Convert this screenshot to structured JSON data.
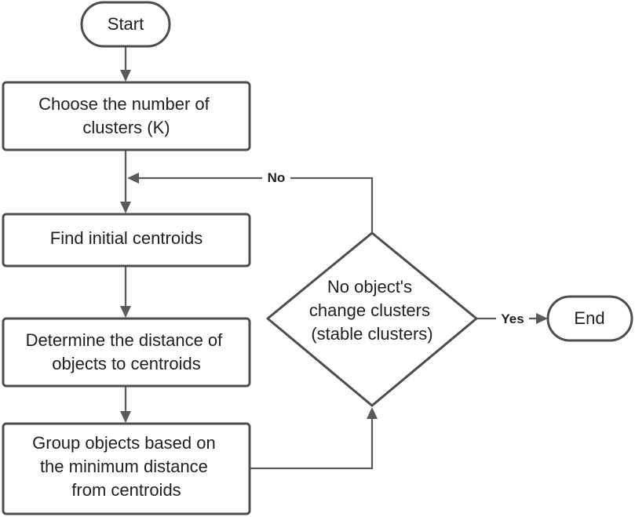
{
  "nodes": {
    "start": {
      "type": "terminal",
      "lines": [
        "Start"
      ]
    },
    "choose_k": {
      "type": "process",
      "lines": [
        "Choose the number of",
        "clusters (K)"
      ]
    },
    "find_centroids": {
      "type": "process",
      "lines": [
        "Find initial centroids"
      ]
    },
    "determine_distance": {
      "type": "process",
      "lines": [
        "Determine the distance of",
        "objects to centroids"
      ]
    },
    "group_objects": {
      "type": "process",
      "lines": [
        "Group objects based on",
        "the minimum distance",
        "from centroids"
      ]
    },
    "decision": {
      "type": "decision",
      "lines": [
        "No object's",
        "change clusters",
        "(stable clusters)"
      ]
    },
    "end": {
      "type": "terminal",
      "lines": [
        "End"
      ]
    }
  },
  "edges": {
    "no_label": "No",
    "yes_label": "Yes"
  },
  "colors": {
    "stroke": "#4d4d4d",
    "arrow": "#595959",
    "text": "#1f1f1f",
    "background": "#ffffff"
  }
}
